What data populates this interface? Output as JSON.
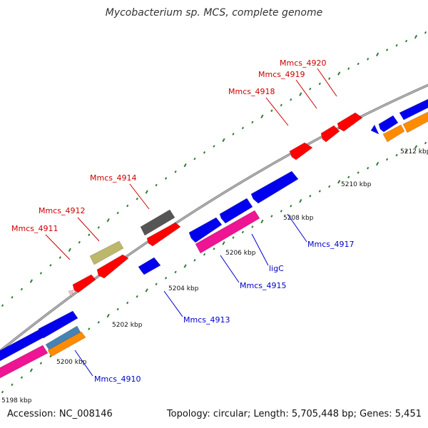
{
  "title": "Mycobacterium sp. MCS, complete genome",
  "footer": {
    "accession": "Accession: NC_008146",
    "summary": "Topology: circular; Length: 5,705,448 bp; Genes: 5,451"
  },
  "colors": {
    "backbone": "#8c8c8c",
    "tick_dot": "#2e7d32",
    "label_red": "#cc0000",
    "label_blue": "#0000cc",
    "red": "#ff0000",
    "blue": "#0000ee",
    "magenta": "#ee1493",
    "orange": "#ff8c00",
    "olive": "#bdb76b",
    "gray": "#555555",
    "steel": "#4682b4",
    "pink": "#ffb6c1"
  },
  "ruler": {
    "unit": "kbp",
    "ticks": [
      "5198 kbp",
      "5200 kbp",
      "5202 kbp",
      "5204 kbp",
      "5206 kbp",
      "5208 kbp",
      "5210 kbp",
      "5212 kbp"
    ]
  },
  "gene_labels_forward": [
    "Mmcs_4911",
    "Mmcs_4912",
    "Mmcs_4914",
    "Mmcs_4918",
    "Mmcs_4919",
    "Mmcs_4920"
  ],
  "gene_labels_reverse": [
    "Mmcs_4910",
    "Mmcs_4913",
    "Mmcs_4915",
    "ligC",
    "Mmcs_4917"
  ]
}
